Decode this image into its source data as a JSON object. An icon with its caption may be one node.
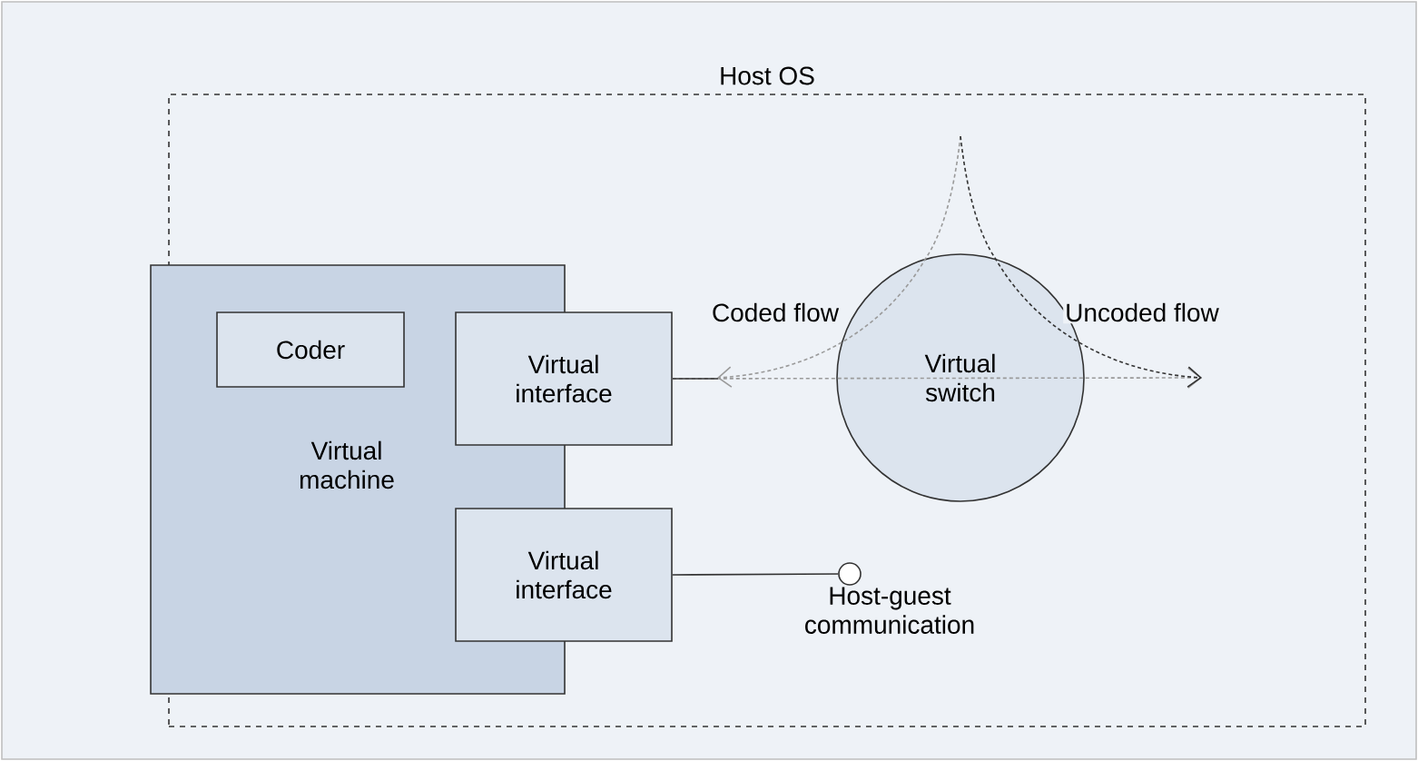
{
  "diagram": {
    "nodes": [
      {
        "text": [
          "Host OS"
        ]
      },
      {
        "text": [
          "Virtual machine"
        ],
        "in": 0
      },
      {
        "text": [
          "Coder"
        ],
        "in": 1
      },
      {
        "text": [
          "Virtual interface"
        ],
        "in": 0
      },
      {
        "text": [
          "Virtual interface"
        ],
        "in": 0
      },
      {
        "text": [
          "Virtual switch"
        ],
        "in": 0
      },
      {
        "text": [],
        "shape": "circle",
        "in": 0,
        "beside": [
          "Host-guest communication"
        ]
      }
    ],
    "edges": [
      {
        "from": null,
        "to": 5,
        "arrow": "none",
        "style": "dashed",
        "color": "#9a9a9a"
      },
      {
        "from": 5,
        "to": null,
        "arrow": "to",
        "label": "Coded flow",
        "style": "dashed",
        "color": "#9a9a9a"
      },
      {
        "from": 3,
        "to": null,
        "arrow": "to",
        "style": "dashed",
        "color": "#9a9a9a"
      },
      {
        "from": null,
        "to": 5,
        "arrow": "none",
        "style": "dashed",
        "color": "#333333"
      },
      {
        "from": 5,
        "to": null,
        "arrow": "to",
        "label": "Uncoded flow",
        "style": "dashed",
        "color": "#333333"
      },
      {
        "from": 4,
        "to": 6,
        "arrow": "none",
        "color": "#333333"
      }
    ]
  }
}
